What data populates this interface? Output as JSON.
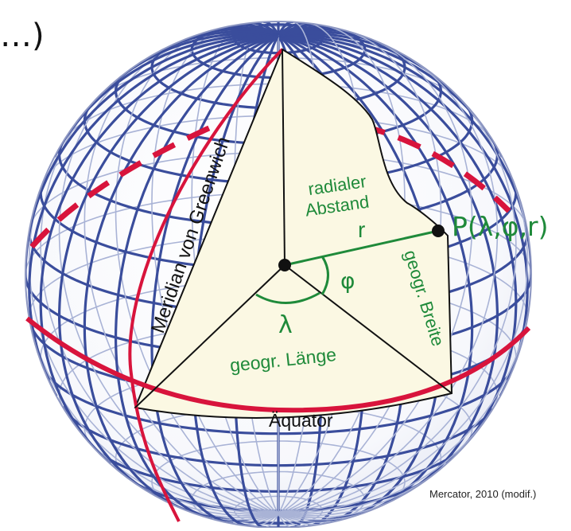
{
  "corner_fragment": "…)",
  "labels": {
    "meridian": "Meridian von Greenwich",
    "radial_distance": [
      "radialer",
      "Abstand"
    ],
    "r": "r",
    "point": "P(λ,φ,r)",
    "phi": "φ",
    "lambda": "λ",
    "longitude": "geogr. Länge",
    "latitude": "geogr. Breite",
    "equator": "Äquator"
  },
  "credit": "Mercator, 2010 (modif.)",
  "colors": {
    "grid": "#3a4d9c",
    "grid_light": "#a9b3d6",
    "red": "#d8143c",
    "green": "#1f8a3a",
    "wedge_fill": "#fbf8e3",
    "black": "#111111"
  },
  "icons": {
    "center": "center-dot-icon",
    "point": "point-dot-icon"
  }
}
